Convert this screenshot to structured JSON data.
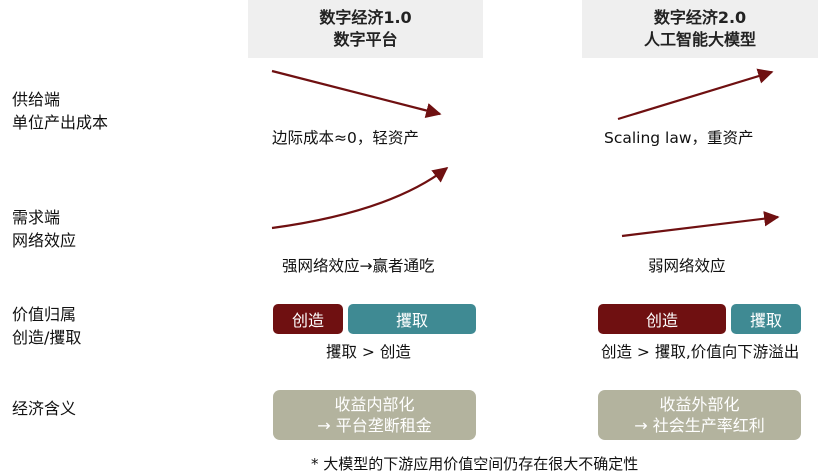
{
  "columns": [
    {
      "line1": "数字经济1.0",
      "line2": "数字平台"
    },
    {
      "line1": "数字经济2.0",
      "line2": "人工智能大模型"
    }
  ],
  "rows": {
    "supply": {
      "line1": "供给端",
      "line2": "单位产出成本"
    },
    "demand": {
      "line1": "需求端",
      "line2": "网络效应"
    },
    "value": {
      "line1": "价值归属",
      "line2": "创造/攫取"
    },
    "economic": {
      "line1": "经济含义"
    }
  },
  "col1": {
    "supply_text": "边际成本≈0，轻资产",
    "demand_text": "强网络效应→赢者通吃",
    "create_label": "创造",
    "capture_label": "攫取",
    "value_text": "攫取 > 创造",
    "econ_line1": "收益内部化",
    "econ_line2": "→ 平台垄断租金"
  },
  "col2": {
    "supply_text": "Scaling law，重资产",
    "demand_text": "弱网络效应",
    "create_label": "创造",
    "capture_label": "攫取",
    "value_text": "创造 > 攫取,价值向下游溢出",
    "econ_line1": "收益外部化",
    "econ_line2": "→ 社会生产率红利"
  },
  "footnote": "* 大模型的下游应用价值空间仍存在很大不确定性",
  "colors": {
    "arrow": "#6f1011",
    "create": "#6f1011",
    "capture": "#3f8a93",
    "econ_box": "#b3b39e",
    "header_bg": "#efefef"
  }
}
